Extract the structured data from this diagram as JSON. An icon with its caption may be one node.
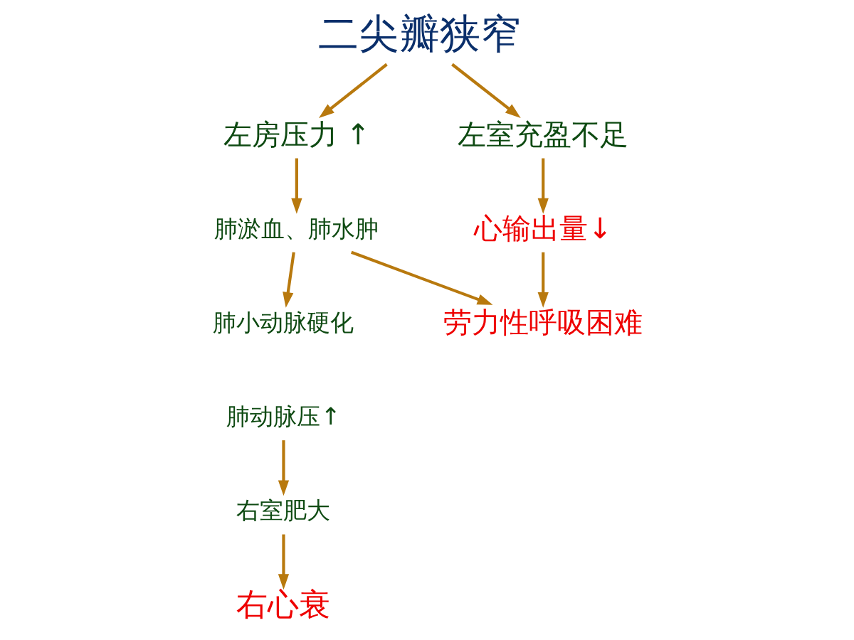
{
  "diagram": {
    "nodes": [
      {
        "text": [
          "二尖瓣狭窄"
        ]
      },
      {
        "text": [
          "左房压力 ↑"
        ]
      },
      {
        "text": [
          "左室充盈不足"
        ]
      },
      {
        "text": [
          "肺淤血、肺水肿"
        ]
      },
      {
        "text": [
          "心输出量↓"
        ]
      },
      {
        "text": [
          "肺小动脉硬化"
        ]
      },
      {
        "text": [
          "劳力性呼吸困难"
        ]
      },
      {
        "text": [
          "肺动脉压↑"
        ]
      },
      {
        "text": [
          "右室肥大"
        ]
      },
      {
        "text": [
          "右心衰"
        ]
      }
    ],
    "edges": [
      {
        "from": 0,
        "to": 1,
        "arrow": "to"
      },
      {
        "from": 0,
        "to": 2,
        "arrow": "to"
      },
      {
        "from": 1,
        "to": 3,
        "arrow": "to"
      },
      {
        "from": 2,
        "to": 4,
        "arrow": "to"
      },
      {
        "from": 3,
        "to": 5,
        "arrow": "to"
      },
      {
        "from": 3,
        "to": 6,
        "arrow": "to"
      },
      {
        "from": 4,
        "to": 6,
        "arrow": "to"
      },
      {
        "from": 7,
        "to": 8,
        "arrow": "to"
      },
      {
        "from": 8,
        "to": 9,
        "arrow": "to"
      }
    ]
  }
}
